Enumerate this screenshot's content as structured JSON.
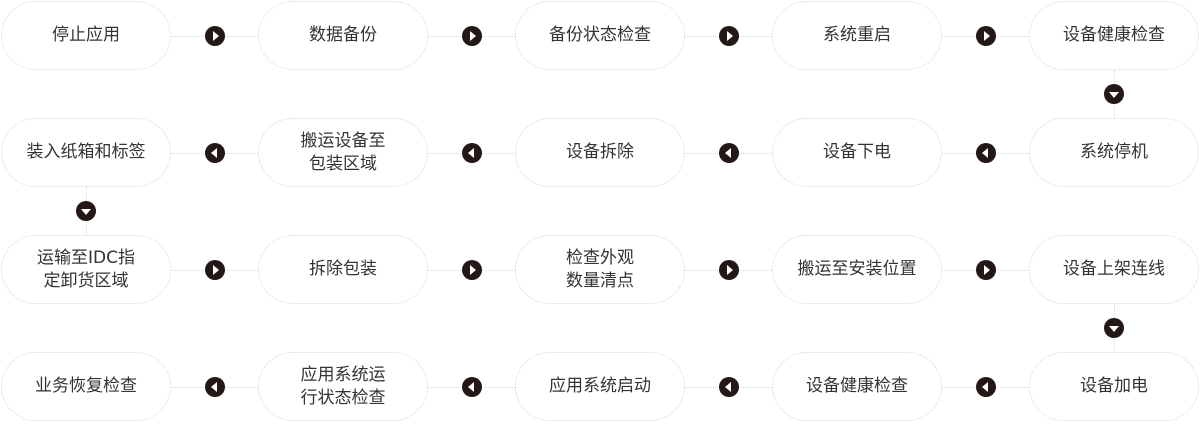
{
  "rows": [
    {
      "direction": "right",
      "steps": [
        "停止应用",
        "数据备份",
        "备份状态检查",
        "系统重启",
        "设备健康检查"
      ]
    },
    {
      "direction": "left",
      "steps": [
        "装入纸箱和标签",
        "搬运设备至\n包装区域",
        "设备拆除",
        "设备下电",
        "系统停机"
      ]
    },
    {
      "direction": "right",
      "steps": [
        "运输至IDC指\n定卸货区域",
        "拆除包装",
        "检查外观\n数量清点",
        "搬运至安装位置",
        "设备上架连线"
      ]
    },
    {
      "direction": "left",
      "steps": [
        "业务恢复检查",
        "应用系统运\n行状态检查",
        "应用系统启动",
        "设备健康检查",
        "设备加电"
      ]
    }
  ],
  "colors": {
    "arrow": "#231815",
    "border": "#d8d8d8",
    "text": "#333333"
  }
}
